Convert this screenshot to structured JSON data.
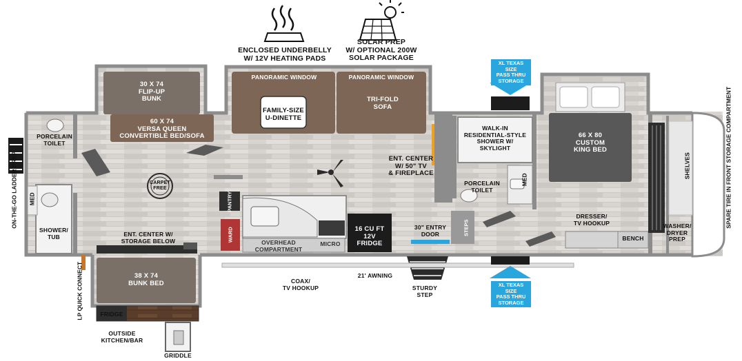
{
  "features": {
    "underbelly": "ENCLOSED UNDERBELLY\nW/ 12V HEATING PADS",
    "solar": "SOLAR PREP\nW/ OPTIONAL 200W\nSOLAR PACKAGE"
  },
  "storage": {
    "top": "XL TEXAS SIZE\nPASS THRU\nSTORAGE",
    "bottom": "XL TEXAS SIZE\nPASS THRU\nSTORAGE"
  },
  "rooms": {
    "flip_bunk": "30 X 74\nFLIP-UP\nBUNK",
    "versa_bed": "60 X 74\nVERSA QUEEN\nCONVERTIBLE BED/SOFA",
    "porcelain_toilet_rear": "PORCELAIN\nTOILET",
    "ladder": "ON-THE-GO\nLADDER PREP",
    "med_rear": "MED",
    "shower_tub": "SHOWER/\nTUB",
    "carpet_free": "CARPET\nFREE",
    "ent_center_storage": "ENT. CENTER W/\nSTORAGE BELOW",
    "bunk_bed": "38 X 74\nBUNK BED",
    "lp_quick": "LP QUICK\nCONNECT",
    "fridge_outside": "FRIDGE",
    "outside_kitchen": "OUTSIDE\nKITCHEN/BAR",
    "griddle": "GRIDDLE",
    "panoramic_window_1": "PANORAMIC WINDOW",
    "panoramic_window_2": "PANORAMIC WINDOW",
    "dinette": "FAMILY-SIZE\nU-DINETTE",
    "sofa": "TRI-FOLD\nSOFA",
    "pantry": "PANTRY",
    "ward": "WARD",
    "overhead": "OVERHEAD\nCOMPARTMENT",
    "micro": "MICRO",
    "fridge": "16 CU FT\n12V\nFRIDGE",
    "coax": "COAX/\nTV HOOKUP",
    "awning": "21' AWNING",
    "entry_door": "30\" ENTRY\nDOOR",
    "sturdy_step": "STURDY\nSTEP",
    "steps": "STEPS",
    "ent_center_fireplace": "ENT. CENTER\nW/ 50\" TV\n& FIREPLACE",
    "shower": "WALK-IN\nRESIDENTIAL-STYLE\nSHOWER W/\nSKYLIGHT",
    "porcelain_toilet_bath": "PORCELAIN\nTOILET",
    "med_bath": "MED",
    "king_bed": "66 X 80\nCUSTOM\nKING BED",
    "dresser": "DRESSER/\nTV HOOKUP",
    "bench": "BENCH",
    "washer": "WASHER/\nDRYER\nPREP",
    "shelves": "SHELVES",
    "spare_tire": "SPARE TIRE IN FRONT\nSTORAGE COMPARTMENT"
  },
  "colors": {
    "floor": "#d6d3cf",
    "wall": "#8c8c8c",
    "slide_brown": "#7d6655",
    "bunk_gray": "#7a7068",
    "bed_gray": "#585858",
    "accent_blue": "#2aa6df",
    "ward_red": "#b03535"
  }
}
